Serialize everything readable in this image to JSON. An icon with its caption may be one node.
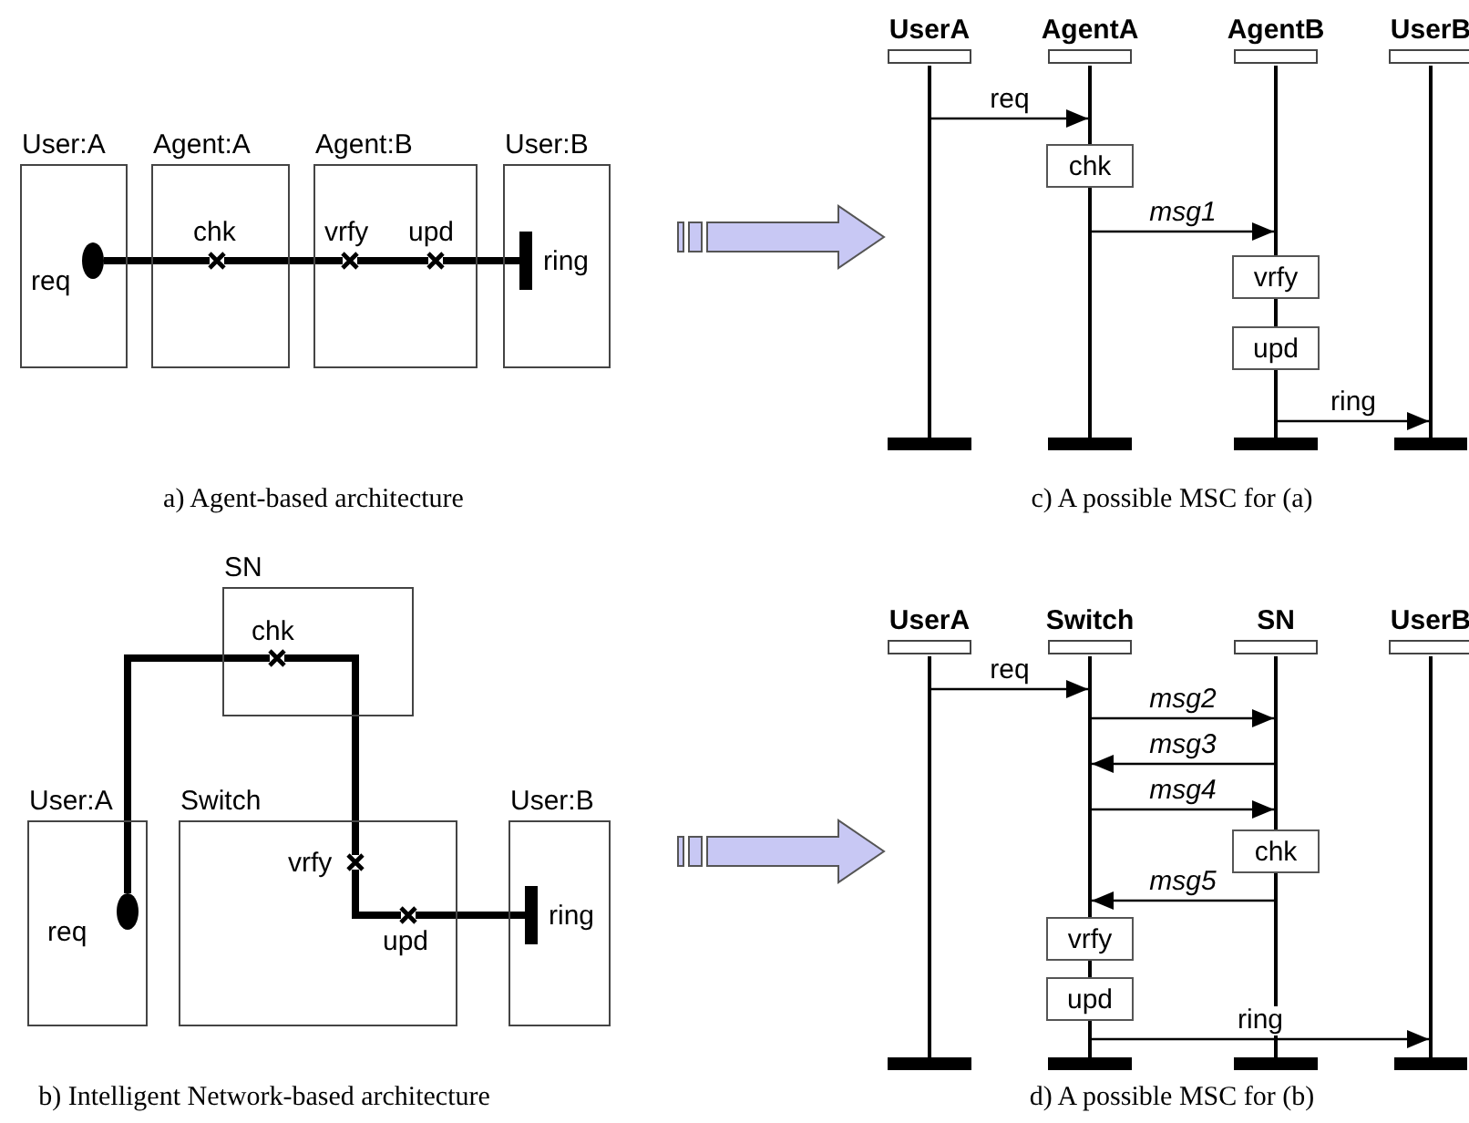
{
  "diagram": {
    "nodes": [
      {
        "text": [
          "User:A"
        ]
      },
      {
        "text": [],
        "shape": "circle",
        "in": 0,
        "beside": [
          "req"
        ]
      },
      {
        "text": [
          "Agent:A"
        ]
      },
      {
        "text": [],
        "shape": "cross",
        "in": 2,
        "beside": [
          "chk"
        ]
      },
      {
        "text": [
          "Agent:B"
        ]
      },
      {
        "text": [],
        "shape": "cross",
        "in": 4,
        "beside": [
          "vrfy"
        ]
      },
      {
        "text": [],
        "shape": "cross",
        "in": 4,
        "beside": [
          "upd"
        ]
      },
      {
        "text": [
          "User:B"
        ]
      },
      {
        "text": [],
        "shape": "bar",
        "in": 7,
        "beside": [
          "ring"
        ]
      },
      {
        "text": [],
        "shape": "line",
        "beside": [
          "UserA"
        ]
      },
      {
        "text": [],
        "shape": "line",
        "beside": [
          "AgentA"
        ]
      },
      {
        "text": [],
        "shape": "line"
      },
      {
        "text": [],
        "shape": "line",
        "beside": [
          "AgentB"
        ]
      },
      {
        "text": [],
        "shape": "line"
      },
      {
        "text": [],
        "shape": "line"
      },
      {
        "text": [],
        "shape": "line",
        "beside": [
          "UserB"
        ]
      },
      {
        "text": [
          "chk"
        ]
      },
      {
        "text": [
          "vrfy"
        ]
      },
      {
        "text": [
          "upd"
        ]
      },
      {
        "text": [
          "SN"
        ]
      },
      {
        "text": [],
        "shape": "cross",
        "in": 19,
        "beside": [
          "chk"
        ]
      },
      {
        "text": [
          "User:A"
        ]
      },
      {
        "text": [],
        "shape": "circle",
        "in": 21,
        "beside": [
          "req"
        ]
      },
      {
        "text": [
          "Switch"
        ]
      },
      {
        "text": [],
        "shape": "cross",
        "in": 23,
        "beside": [
          "vrfy"
        ]
      },
      {
        "text": [],
        "shape": "cross",
        "in": 23,
        "beside": [
          "upd"
        ]
      },
      {
        "text": [
          "User:B"
        ]
      },
      {
        "text": [],
        "shape": "bar",
        "in": 26,
        "beside": [
          "ring"
        ]
      },
      {
        "text": [],
        "shape": "line",
        "beside": [
          "UserA"
        ]
      },
      {
        "text": [],
        "shape": "line",
        "beside": [
          "Switch"
        ]
      },
      {
        "text": [],
        "shape": "line"
      },
      {
        "text": [],
        "shape": "line"
      },
      {
        "text": [],
        "shape": "line",
        "beside": [
          "SN"
        ]
      },
      {
        "text": [],
        "shape": "line"
      },
      {
        "text": [],
        "shape": "line",
        "beside": [
          "UserB"
        ]
      },
      {
        "text": [
          "chk"
        ]
      },
      {
        "text": [
          "vrfy"
        ]
      },
      {
        "text": [
          "upd"
        ]
      }
    ],
    "edges": [
      {
        "from": 1,
        "to": 3,
        "arrow": "none",
        "style": "thick"
      },
      {
        "from": 3,
        "to": 5,
        "arrow": "none",
        "style": "thick"
      },
      {
        "from": 5,
        "to": 6,
        "arrow": "none",
        "style": "thick"
      },
      {
        "from": 6,
        "to": 8,
        "arrow": "none",
        "style": "thick"
      },
      {
        "from": 9,
        "to": 10,
        "arrow": "to",
        "label": "req"
      },
      {
        "from": 11,
        "to": 12,
        "arrow": "to",
        "label": "*msg1*"
      },
      {
        "from": 14,
        "to": 15,
        "arrow": "to",
        "label": "ring"
      },
      {
        "from": 22,
        "to": 20,
        "arrow": "none",
        "style": "thick"
      },
      {
        "from": 20,
        "to": 24,
        "arrow": "none",
        "style": "thick"
      },
      {
        "from": 24,
        "to": 25,
        "arrow": "none",
        "style": "thick"
      },
      {
        "from": 25,
        "to": 27,
        "arrow": "none",
        "style": "thick"
      },
      {
        "from": 28,
        "to": 29,
        "arrow": "to",
        "label": "req"
      },
      {
        "from": 29,
        "to": 32,
        "arrow": "to",
        "label": "*msg2*"
      },
      {
        "from": 32,
        "to": 29,
        "arrow": "to",
        "label": "*msg3*"
      },
      {
        "from": 29,
        "to": 32,
        "arrow": "to",
        "label": "*msg4*"
      },
      {
        "from": 33,
        "to": 29,
        "arrow": "to",
        "label": "*msg5*"
      },
      {
        "from": 31,
        "to": 34,
        "arrow": "to",
        "label": "ring"
      }
    ],
    "labels": [
      "a) Agent-based architecture",
      "c) A possible MSC for (a)",
      "b) Intelligent Network-based architecture",
      "d) A possible MSC for (b)"
    ]
  }
}
